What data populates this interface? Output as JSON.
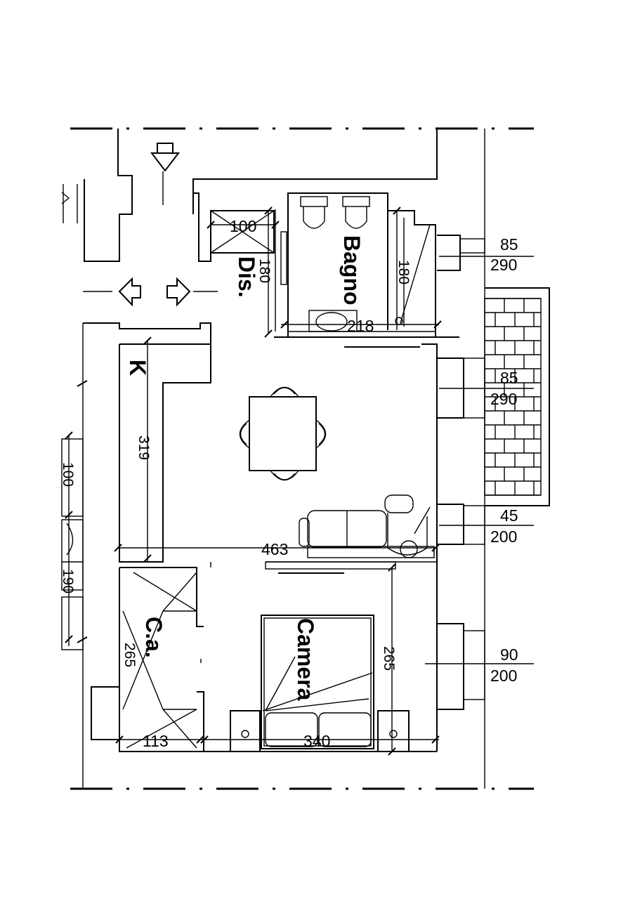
{
  "rooms": {
    "bagno": "Bagno",
    "dis": "Dis.",
    "kitchen": "K",
    "camera": "Camera",
    "ca": "C.a."
  },
  "dimensions": {
    "dis_width": "100",
    "dis_height": "180",
    "bagno_height": "180",
    "bagno_width": "218",
    "living_height": "319",
    "living_width": "463",
    "camera_height": "265",
    "camera_width": "340",
    "ca_height": "265",
    "ca_width": "113",
    "left_100": "100",
    "left_190": "190"
  },
  "windows": [
    {
      "width": "85",
      "height": "290"
    },
    {
      "width": "85",
      "height": "290"
    },
    {
      "width": "45",
      "height": "200"
    },
    {
      "width": "90",
      "height": "200"
    }
  ]
}
